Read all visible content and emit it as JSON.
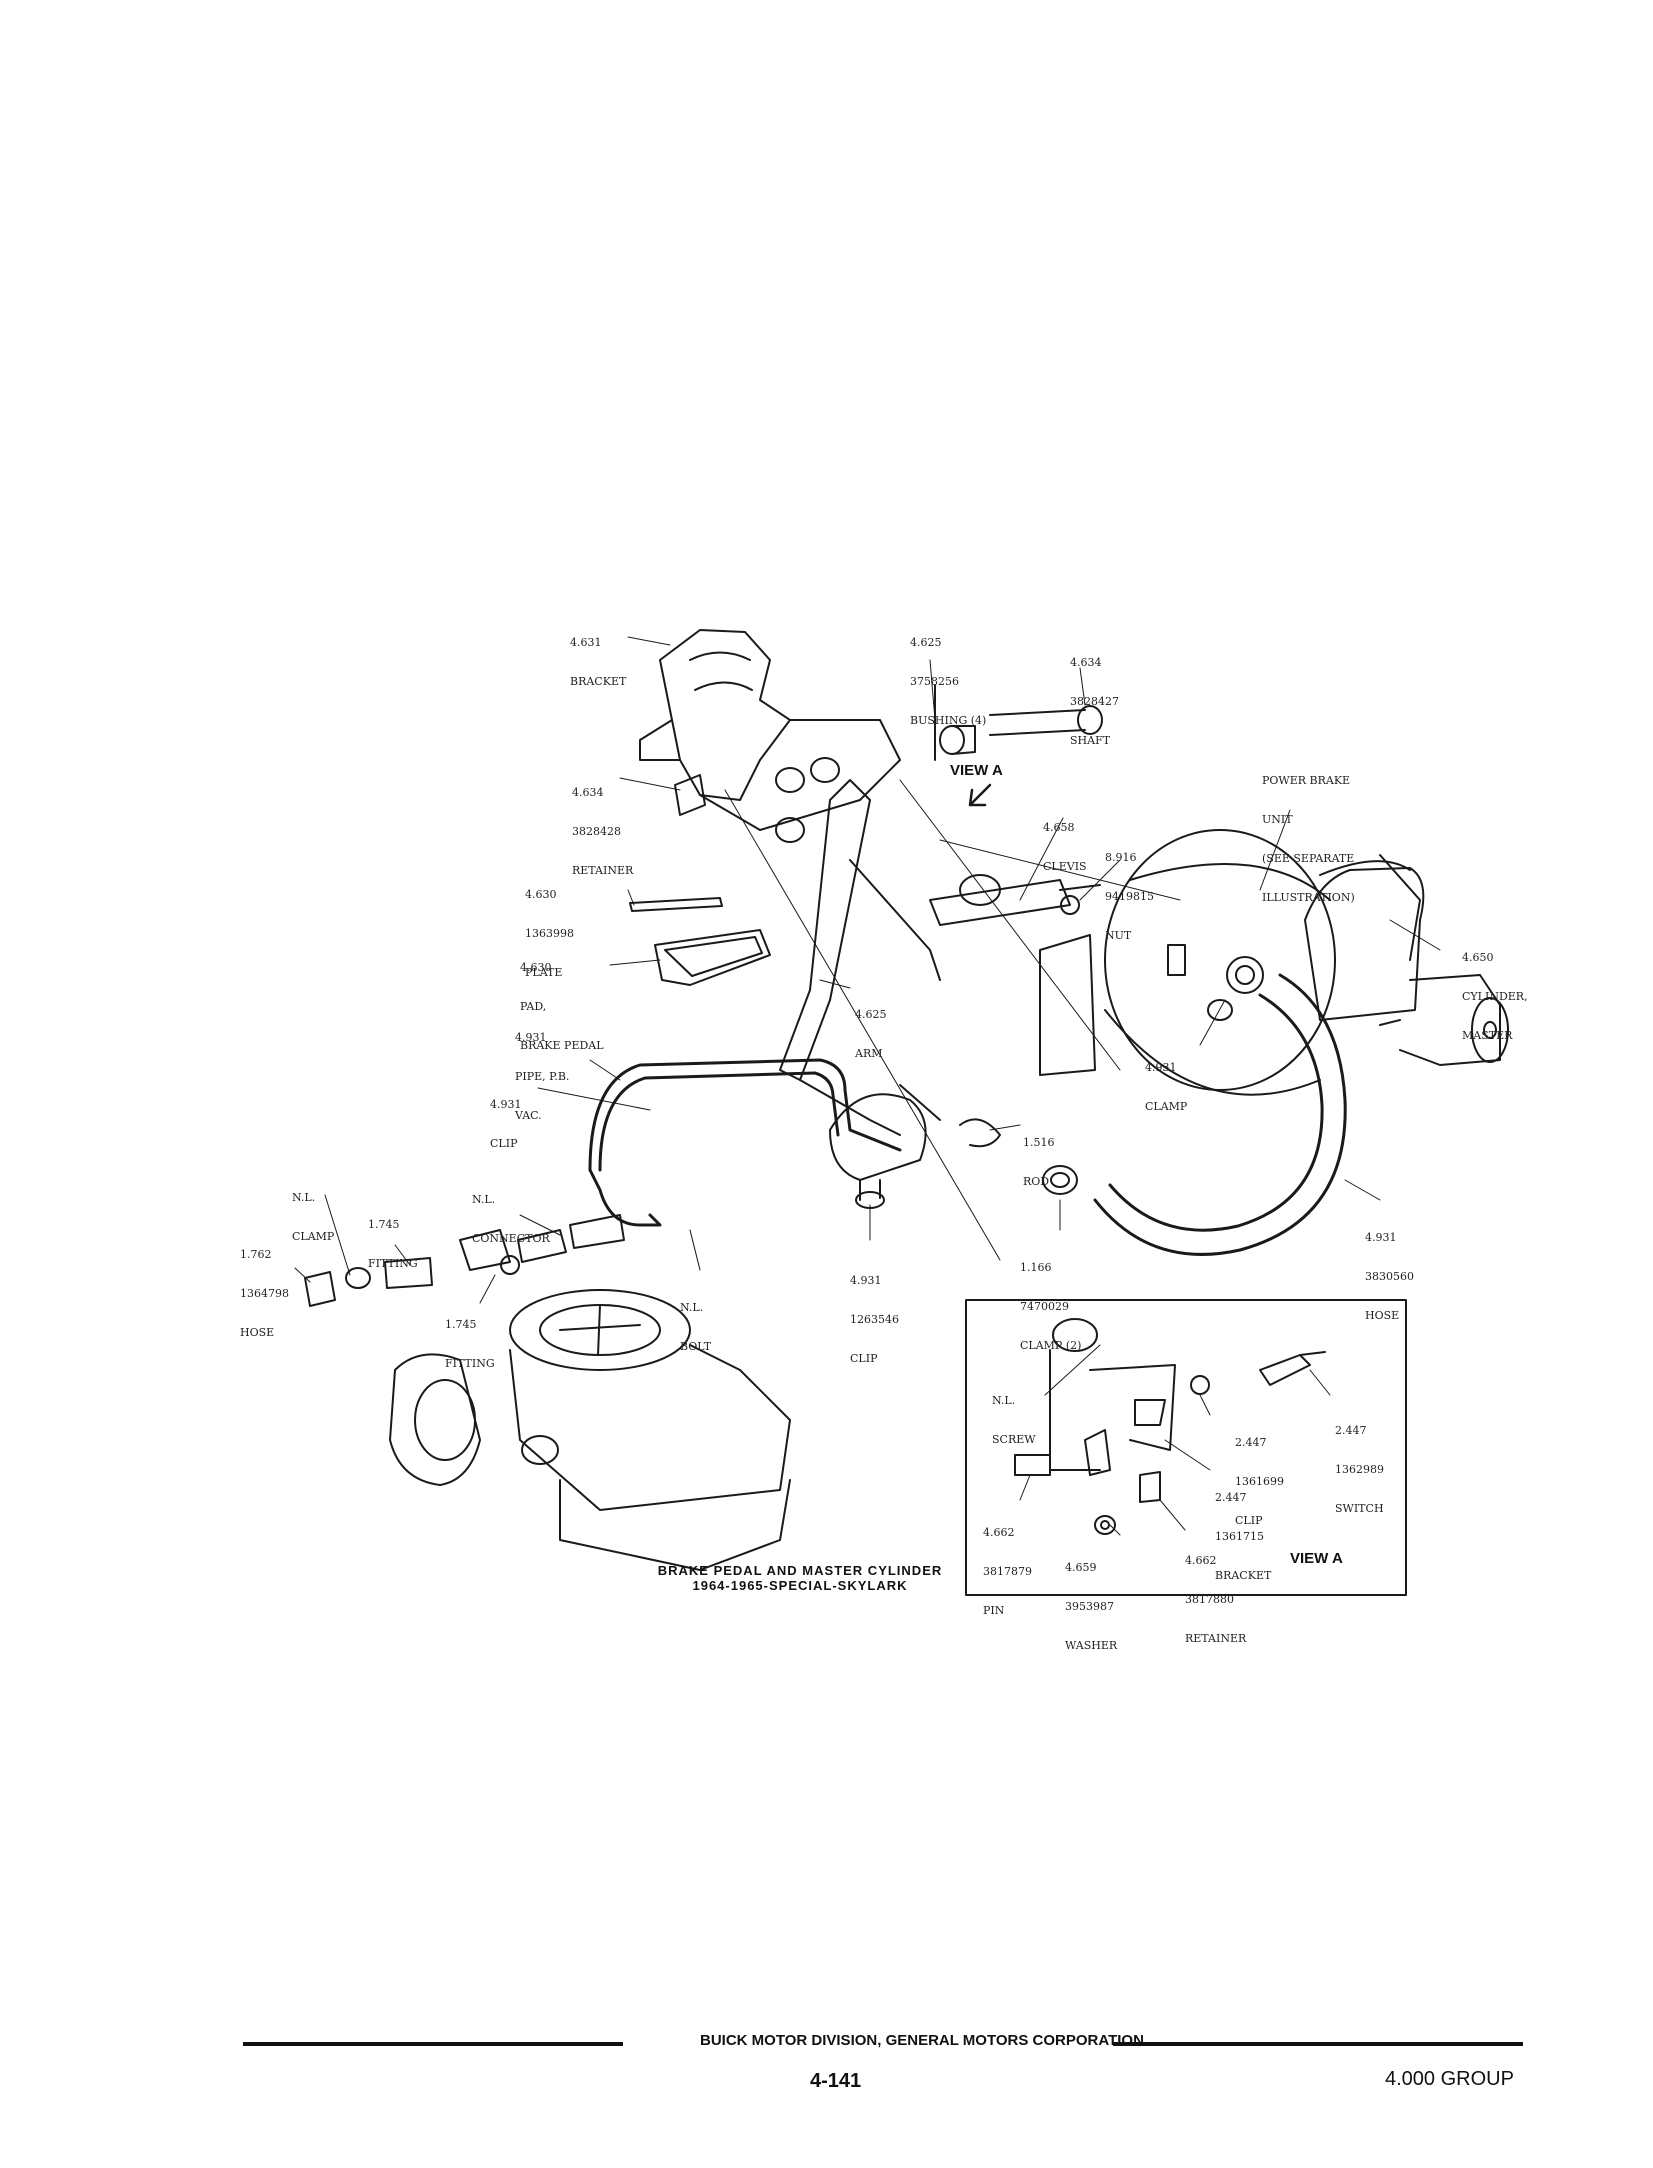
{
  "diagram": {
    "title_line1": "BRAKE PEDAL AND MASTER CYLINDER",
    "title_line2": "1964-1965-SPECIAL-SKYLARK",
    "view_a_label": "VIEW A",
    "view_a_box_label": "VIEW A",
    "callouts": {
      "c1": {
        "ref": "4.631",
        "desc": "BRACKET"
      },
      "c2": {
        "ref": "4.625",
        "part": "3758256",
        "desc": "BUSHING (4)"
      },
      "c3": {
        "ref": "4.634",
        "part": "3828427",
        "desc": "SHAFT"
      },
      "c4": {
        "ref": "4.634",
        "part": "3828428",
        "desc": "RETAINER"
      },
      "c5": {
        "ref": "4.658",
        "desc": "CLEVIS"
      },
      "c6": {
        "ref": "8.916",
        "part": "9419815",
        "desc": "NUT"
      },
      "c7": {
        "desc1": "POWER BRAKE",
        "desc2": "UNIT",
        "desc3": "(SEE SEPARATE",
        "desc4": "ILLUSTRATION)"
      },
      "c8": {
        "ref": "4.630",
        "part": "1363998",
        "desc": "PLATE"
      },
      "c9": {
        "ref": "4.630",
        "desc1": "PAD,",
        "desc2": "BRAKE PEDAL"
      },
      "c10": {
        "ref": "4.650",
        "desc1": "CYLINDER,",
        "desc2": "MASTER"
      },
      "c11": {
        "ref": "4.625",
        "desc": "ARM"
      },
      "c12": {
        "ref": "4.931",
        "desc1": "PIPE, P.B.",
        "desc2": "VAC."
      },
      "c13": {
        "ref": "4.931",
        "desc": "CLAMP"
      },
      "c14": {
        "ref": "4.931",
        "desc": "CLIP"
      },
      "c15": {
        "ref": "1.516",
        "desc": "ROD"
      },
      "c16": {
        "desc1": "N.L.",
        "desc2": "CLAMP"
      },
      "c17": {
        "desc1": "N.L.",
        "desc2": "CONNECTOR"
      },
      "c18": {
        "ref": "1.745",
        "desc": "FITTING"
      },
      "c19": {
        "ref": "1.762",
        "part": "1364798",
        "desc": "HOSE"
      },
      "c20": {
        "ref": "1.745",
        "desc": "FITTING"
      },
      "c21": {
        "desc1": "N.L.",
        "desc2": "BOLT"
      },
      "c22": {
        "ref": "4.931",
        "part": "1263546",
        "desc": "CLIP"
      },
      "c23": {
        "ref": "1.166",
        "part": "7470029",
        "desc": "CLAMP (2)"
      },
      "c24": {
        "ref": "4.931",
        "part": "3830560",
        "desc": "HOSE"
      }
    },
    "view_a_callouts": {
      "v1": {
        "desc1": "N.L.",
        "desc2": "SCREW"
      },
      "v2": {
        "ref": "2.447",
        "part": "1361699",
        "desc": "CLIP"
      },
      "v3": {
        "ref": "2.447",
        "part": "1362989",
        "desc": "SWITCH"
      },
      "v4": {
        "ref": "2.447",
        "part": "1361715",
        "desc": "BRACKET"
      },
      "v5": {
        "ref": "4.662",
        "part": "3817879",
        "desc": "PIN"
      },
      "v6": {
        "ref": "4.659",
        "part": "3953987",
        "desc": "WASHER"
      },
      "v7": {
        "ref": "4.662",
        "part": "3817880",
        "desc": "RETAINER"
      }
    }
  },
  "footer": {
    "division": "BUICK MOTOR DIVISION, GENERAL MOTORS CORPORATION",
    "page_number": "4-141",
    "group": "4.000 GROUP"
  }
}
